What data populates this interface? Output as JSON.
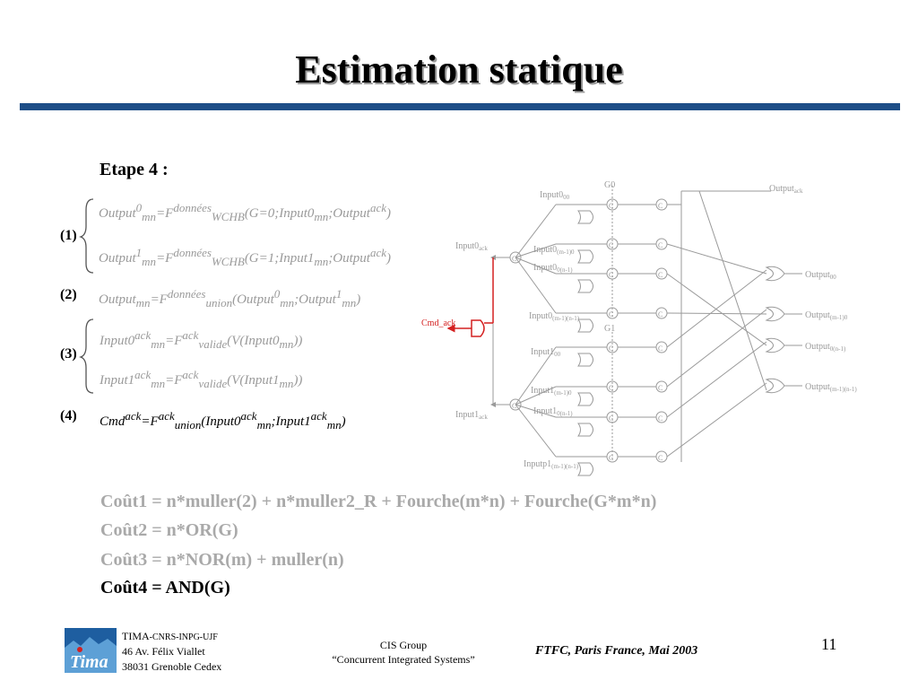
{
  "title": "Estimation statique",
  "etape": "Etape 4 :",
  "labels": {
    "eq1": "(1)",
    "eq2": "(2)",
    "eq3": "(3)",
    "eq4": "(4)"
  },
  "equations": {
    "e1a": {
      "lhs": "Output",
      "lhs_sup": "0",
      "lhs_sub": "mn",
      "op": "=F",
      "f_sup": "données",
      "f_sub": "WCHB",
      "args": "(G=0;Input0",
      "args_sub": "mn",
      "args2": ";Output",
      "args2_sup": "ack",
      "close": ")"
    },
    "e1b": {
      "lhs": "Output",
      "lhs_sup": "1",
      "lhs_sub": "mn",
      "op": "=F",
      "f_sup": "données",
      "f_sub": "WCHB",
      "args": "(G=1;Input1",
      "args_sub": "mn",
      "args2": ";Output",
      "args2_sup": "ack",
      "close": ")"
    },
    "e2": {
      "lhs": "Output",
      "lhs_sub": "mn",
      "op": "=F",
      "f_sup": "données",
      "f_sub": "union",
      "args": "(Output",
      "args_sup": "0",
      "args_sub": "mn",
      "args2": ";Output",
      "args2_sup": "1",
      "args2_sub": "mn",
      "close": ")"
    },
    "e3a": {
      "lhs": "Input0",
      "lhs_sup": "ack",
      "lhs_sub": "mn",
      "op": "=F",
      "f_sup": "ack",
      "f_sub": "valide",
      "args": "(V(Input0",
      "args_sub": "mn",
      "close": "))"
    },
    "e3b": {
      "lhs": "Input1",
      "lhs_sup": "ack",
      "lhs_sub": "mn",
      "op": "=F",
      "f_sup": "ack",
      "f_sub": "valide",
      "args": "(V(Input1",
      "args_sub": "mn",
      "close": "))"
    },
    "e4": {
      "lhs": "Cmd",
      "lhs_sup": "ack",
      "op": "=F",
      "f_sup": "ack",
      "f_sub": "union",
      "args": "(Input0",
      "args_sup": "ack",
      "args_sub": "mn",
      "args2": ";Input1",
      "args2_sup": "ack",
      "args2_sub": "mn",
      "close": ")"
    }
  },
  "diagram": {
    "g0": "G0",
    "g1": "G1",
    "c": "C",
    "output_ack": "Output",
    "output_ack_sub": "ack",
    "input0_ack": "Input0",
    "input0_ack_sub": "ack",
    "input1_ack": "Input1",
    "input1_ack_sub": "ack",
    "cmd_ack": "Cmd_ack",
    "inputs": [
      {
        "t": "Input0",
        "s": "00"
      },
      {
        "t": "Input0",
        "s": "(m-1)0"
      },
      {
        "t": "Input0",
        "s": "0(n-1)"
      },
      {
        "t": "Input0",
        "s": "(m-1)(n-1)"
      },
      {
        "t": "Input1",
        "s": "00"
      },
      {
        "t": "Input1",
        "s": "(m-1)0"
      },
      {
        "t": "Input1",
        "s": "0(n-1)"
      },
      {
        "t": "Inputp1",
        "s": "(m-1)(n-1)"
      }
    ],
    "outputs": [
      {
        "t": "Output",
        "s": "00"
      },
      {
        "t": "Output",
        "s": "(m-1)0"
      },
      {
        "t": "Output",
        "s": "0(n-1)"
      },
      {
        "t": "Output",
        "s": "(m-1)(n-1)"
      }
    ],
    "red_color": "#d42020",
    "gray_color": "#9a9a9a"
  },
  "costs": [
    "Coût1 = n*muller(2) + n*muller2_R + Fourche(m*n) + Fourche(G*m*n)",
    "Coût2 = n*OR(G)",
    "Coût3 = n*NOR(m) + muller(n)",
    "Coût4 = AND(G)"
  ],
  "footer": {
    "org_main": "TIMA",
    "org_sub": "-CNRS-INPG-UJF",
    "addr1": "46 Av. Félix Viallet",
    "addr2": "38031 Grenoble Cedex",
    "logo_text": "Tima",
    "group1": "CIS Group",
    "group2": "“Concurrent Integrated Systems”",
    "conference": "FTFC, Paris France, Mai 2003",
    "page": "11"
  }
}
